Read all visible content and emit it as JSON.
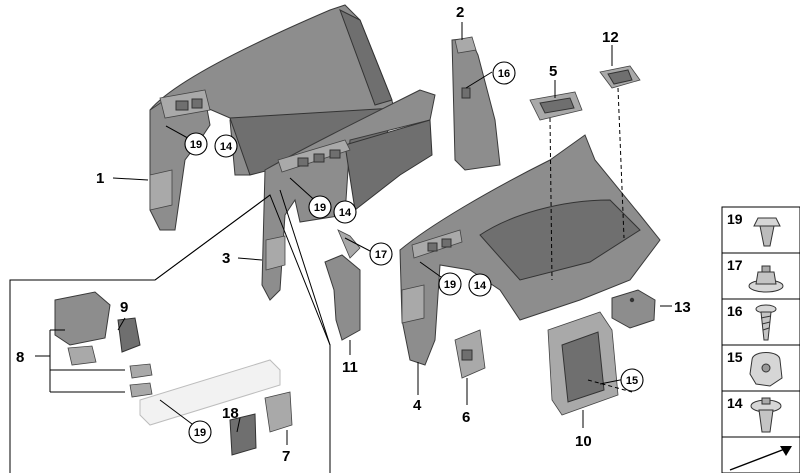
{
  "callouts": {
    "c1": "1",
    "c2": "2",
    "c3": "3",
    "c4": "4",
    "c5": "5",
    "c6": "6",
    "c7": "7",
    "c8": "8",
    "c9": "9",
    "c10": "10",
    "c11": "11",
    "c12": "12",
    "c13": "13",
    "c18": "18"
  },
  "circled": {
    "a19": "19",
    "a14": "14",
    "b19": "19",
    "b14": "14",
    "d16": "16",
    "e17": "17",
    "f19": "19",
    "f14": "14",
    "g15": "15",
    "h19": "19"
  },
  "legend": [
    {
      "number": "19",
      "icon": "push-rivet-icon"
    },
    {
      "number": "17",
      "icon": "speed-nut-icon"
    },
    {
      "number": "16",
      "icon": "screw-icon"
    },
    {
      "number": "15",
      "icon": "clip-nut-icon"
    },
    {
      "number": "14",
      "icon": "expanding-rivet-icon"
    }
  ],
  "colors": {
    "part_fill": "#8d8d8d",
    "part_dark": "#6f6f6f",
    "legend_fill": "#d6d6d6",
    "background": "#ffffff"
  }
}
